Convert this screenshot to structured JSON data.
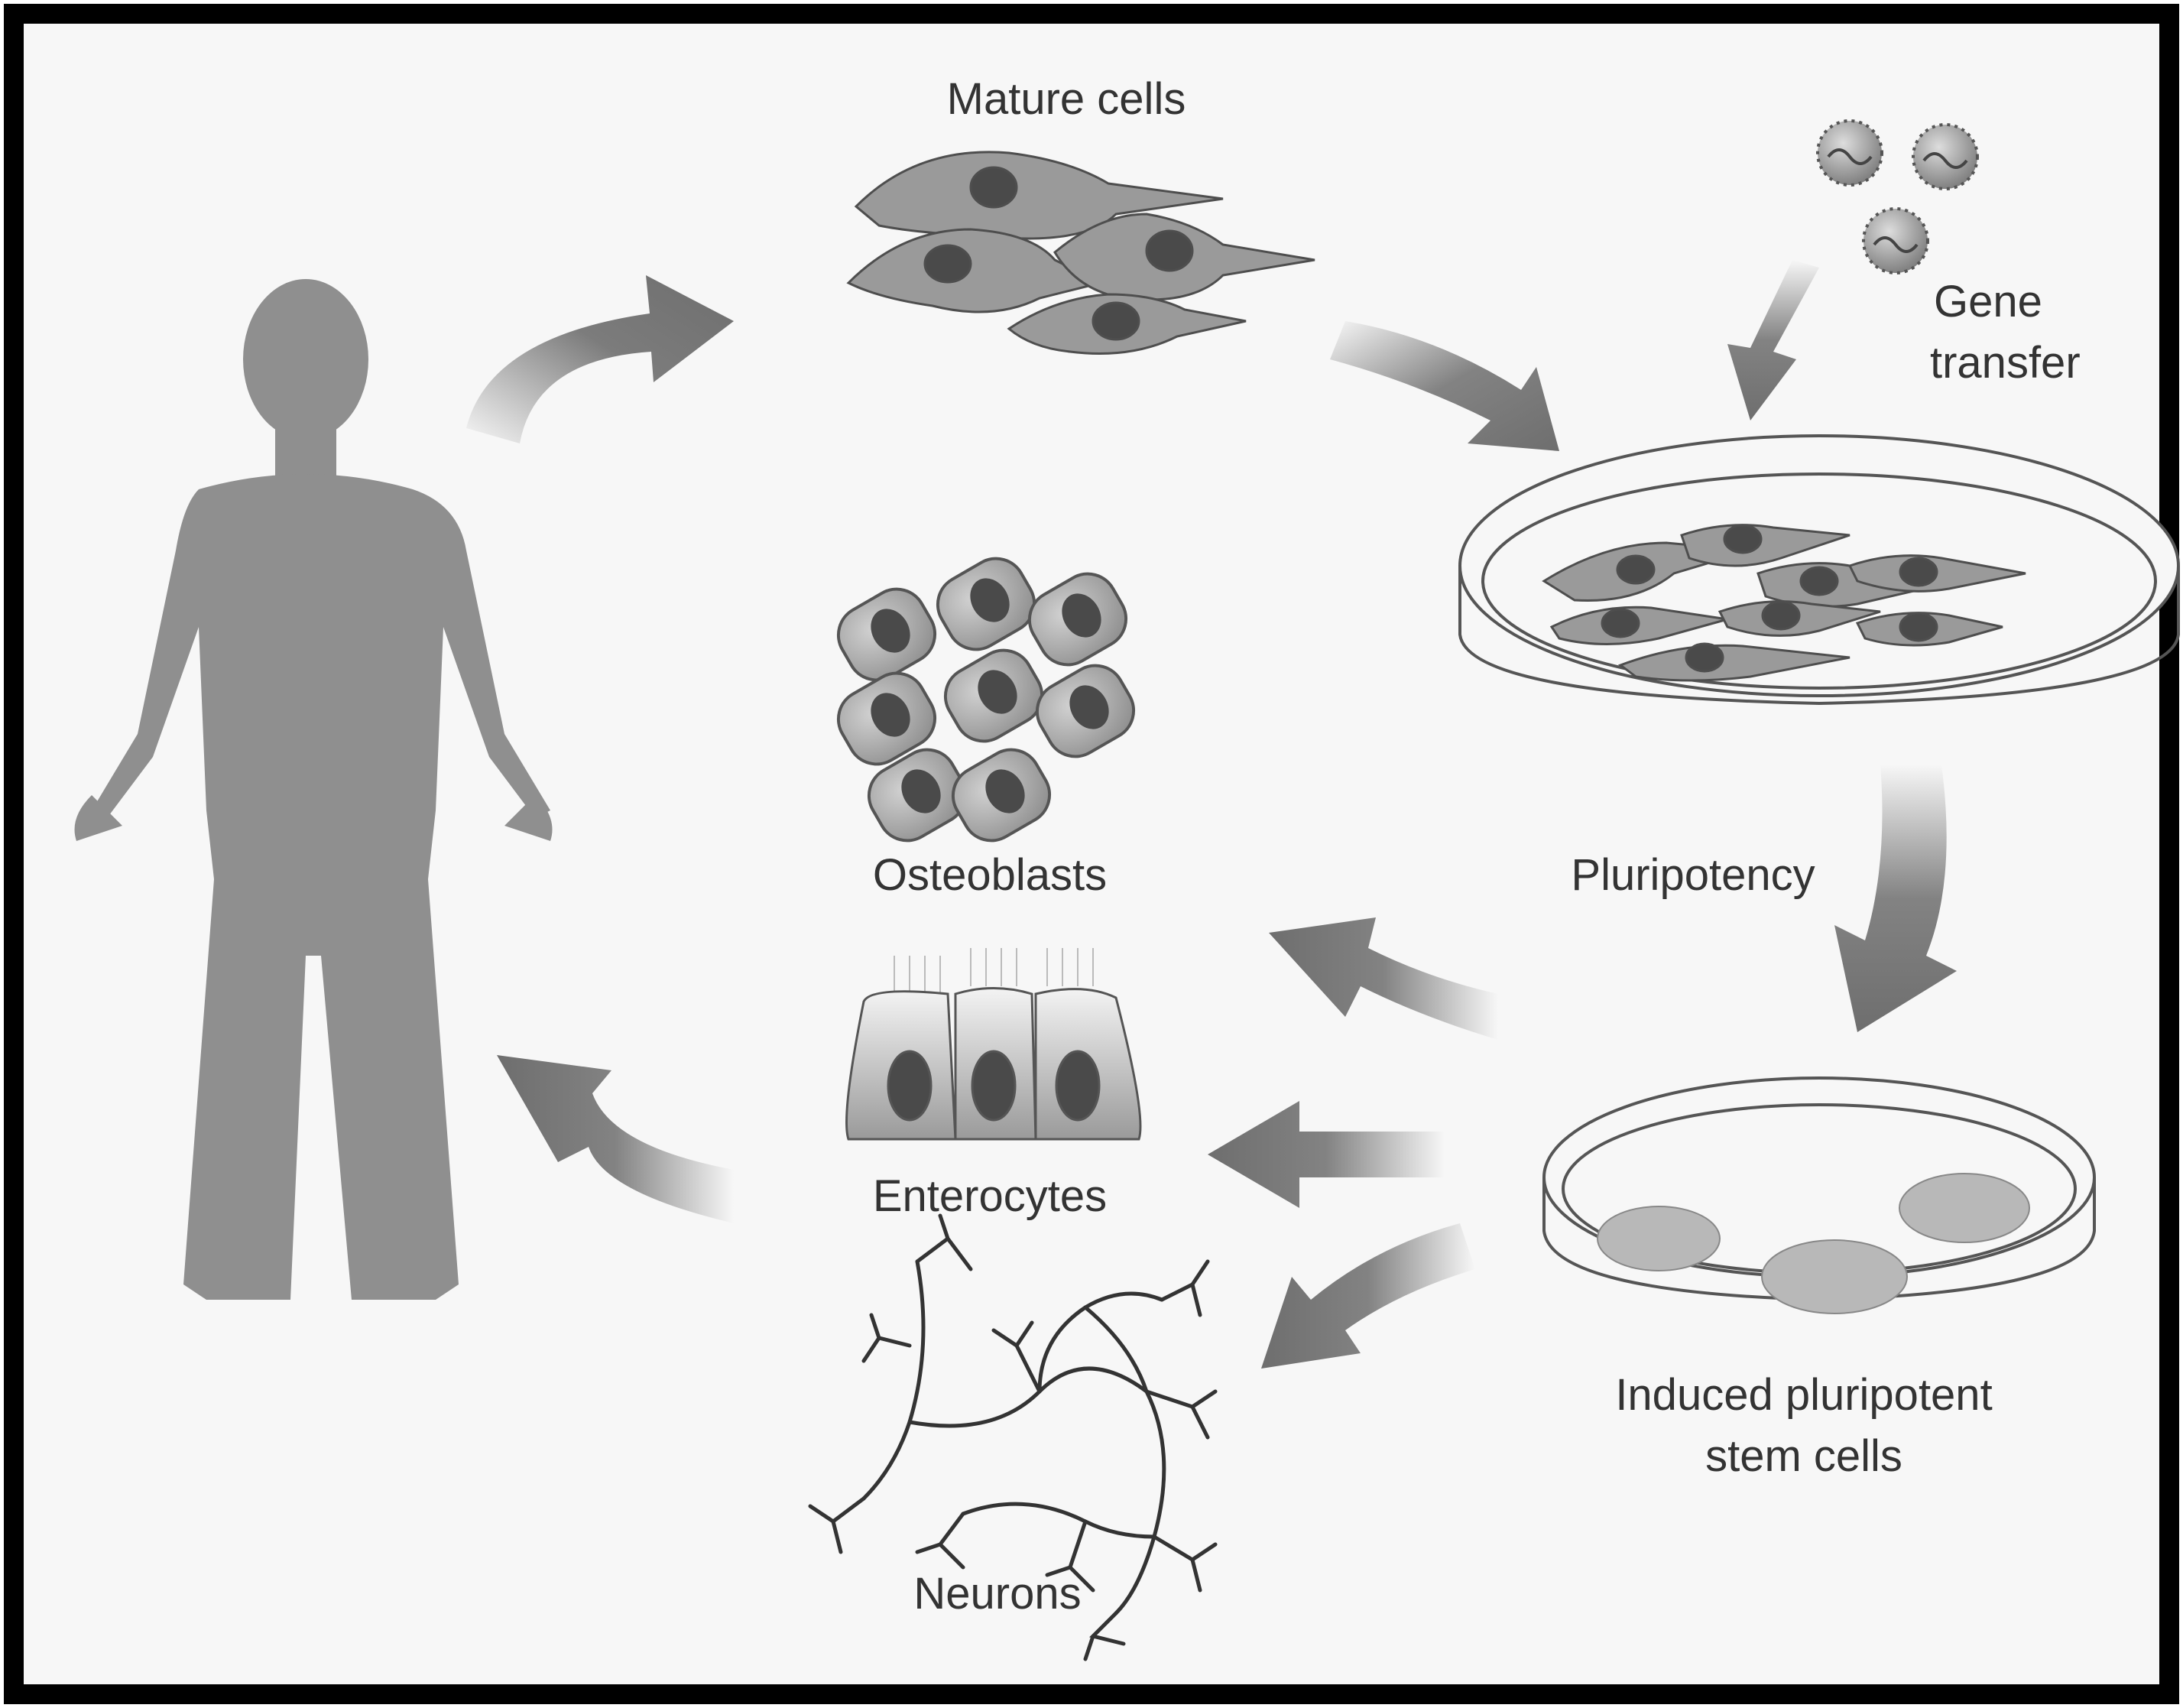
{
  "labels": {
    "mature_cells": "Mature cells",
    "gene_transfer_line1": "Gene",
    "gene_transfer_line2": "transfer",
    "pluripotency": "Pluripotency",
    "ipsc_line1": "Induced pluripotent",
    "ipsc_line2": "stem cells",
    "osteoblasts": "Osteoblasts",
    "enterocytes": "Enterocytes",
    "neurons": "Neurons"
  },
  "colors": {
    "border": "#000000",
    "background": "#f5f5f5",
    "silhouette": "#8f8f8f",
    "arrow": "#6e6e6e",
    "cell_fill": "#9a9a9a",
    "nucleus": "#4a4a4a",
    "text": "#333333"
  },
  "icons": [
    "human-silhouette-icon",
    "virus-icon",
    "petri-dish-icon",
    "neuron-icon",
    "osteoblast-cell-icon",
    "enterocyte-cell-icon"
  ]
}
